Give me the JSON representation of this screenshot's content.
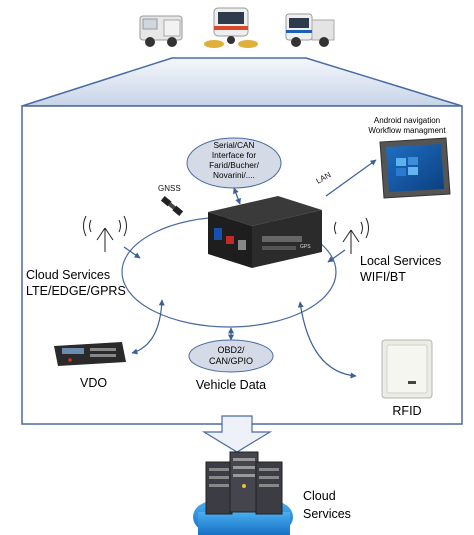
{
  "bubbles": {
    "can_interface": [
      "Serial/CAN",
      "Interface for",
      "Farid/Bucher/",
      "Novarini/...."
    ],
    "vehicle_data": [
      "OBD2/",
      "CAN/GPIO"
    ]
  },
  "labels": {
    "android": [
      "Android navigation",
      "Workflow managment"
    ],
    "lan": "LAN",
    "gnss": "GNSS",
    "cloud_left": [
      "Cloud Services",
      "LTE/EDGE/GPRS"
    ],
    "local_right": [
      "Local Services",
      "WIFI/BT"
    ],
    "vdo": "VDO",
    "vehicle_data": "Vehicle Data",
    "rfid": "RFID",
    "cloud_bottom": [
      "Cloud",
      "Services"
    ]
  },
  "icons": [
    "garbage-truck-icon",
    "street-sweeper-icon",
    "utility-truck-icon",
    "tablet-icon",
    "satellite-icon",
    "antenna-icon",
    "telematics-box-icon",
    "tachograph-icon",
    "rfid-reader-icon",
    "server-icon",
    "cloud-icon"
  ],
  "colors": {
    "arrow": "#3b5f96",
    "bubble_fill": "#d5dbe6",
    "bubble_stroke": "#4a6aa3",
    "frame": "#4a6aa3",
    "cloud": "#1f88d8"
  }
}
